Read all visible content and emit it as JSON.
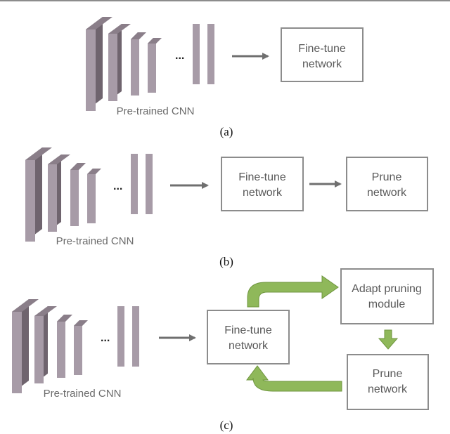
{
  "top_rule_color": "#8c8c8c",
  "panels": [
    {
      "id": "a",
      "caption": "(a)",
      "cnn_label": "Pre-trained CNN",
      "ellipsis": "...",
      "boxes": [
        {
          "line1": "Fine-tune",
          "line2": "network"
        }
      ]
    },
    {
      "id": "b",
      "caption": "(b)",
      "cnn_label": "Pre-trained CNN",
      "ellipsis": "...",
      "boxes": [
        {
          "line1": "Fine-tune",
          "line2": "network"
        },
        {
          "line1": "Prune",
          "line2": "network"
        }
      ]
    },
    {
      "id": "c",
      "caption": "(c)",
      "cnn_label": "Pre-trained CNN",
      "ellipsis": "...",
      "boxes": [
        {
          "line1": "Fine-tune",
          "line2": "network"
        },
        {
          "line1": "Adapt pruning",
          "line2": "module"
        },
        {
          "line1": "Prune",
          "line2": "network"
        }
      ]
    }
  ],
  "colors": {
    "layer_front": "#a79ba7",
    "layer_side": "#6f646e",
    "layer_top": "#8a7e89",
    "box_border": "#8c8c8c",
    "arrow_gray": "#6f6f6f",
    "arrow_green": "#8fb85a",
    "arrow_green_edge": "#6f963f"
  }
}
